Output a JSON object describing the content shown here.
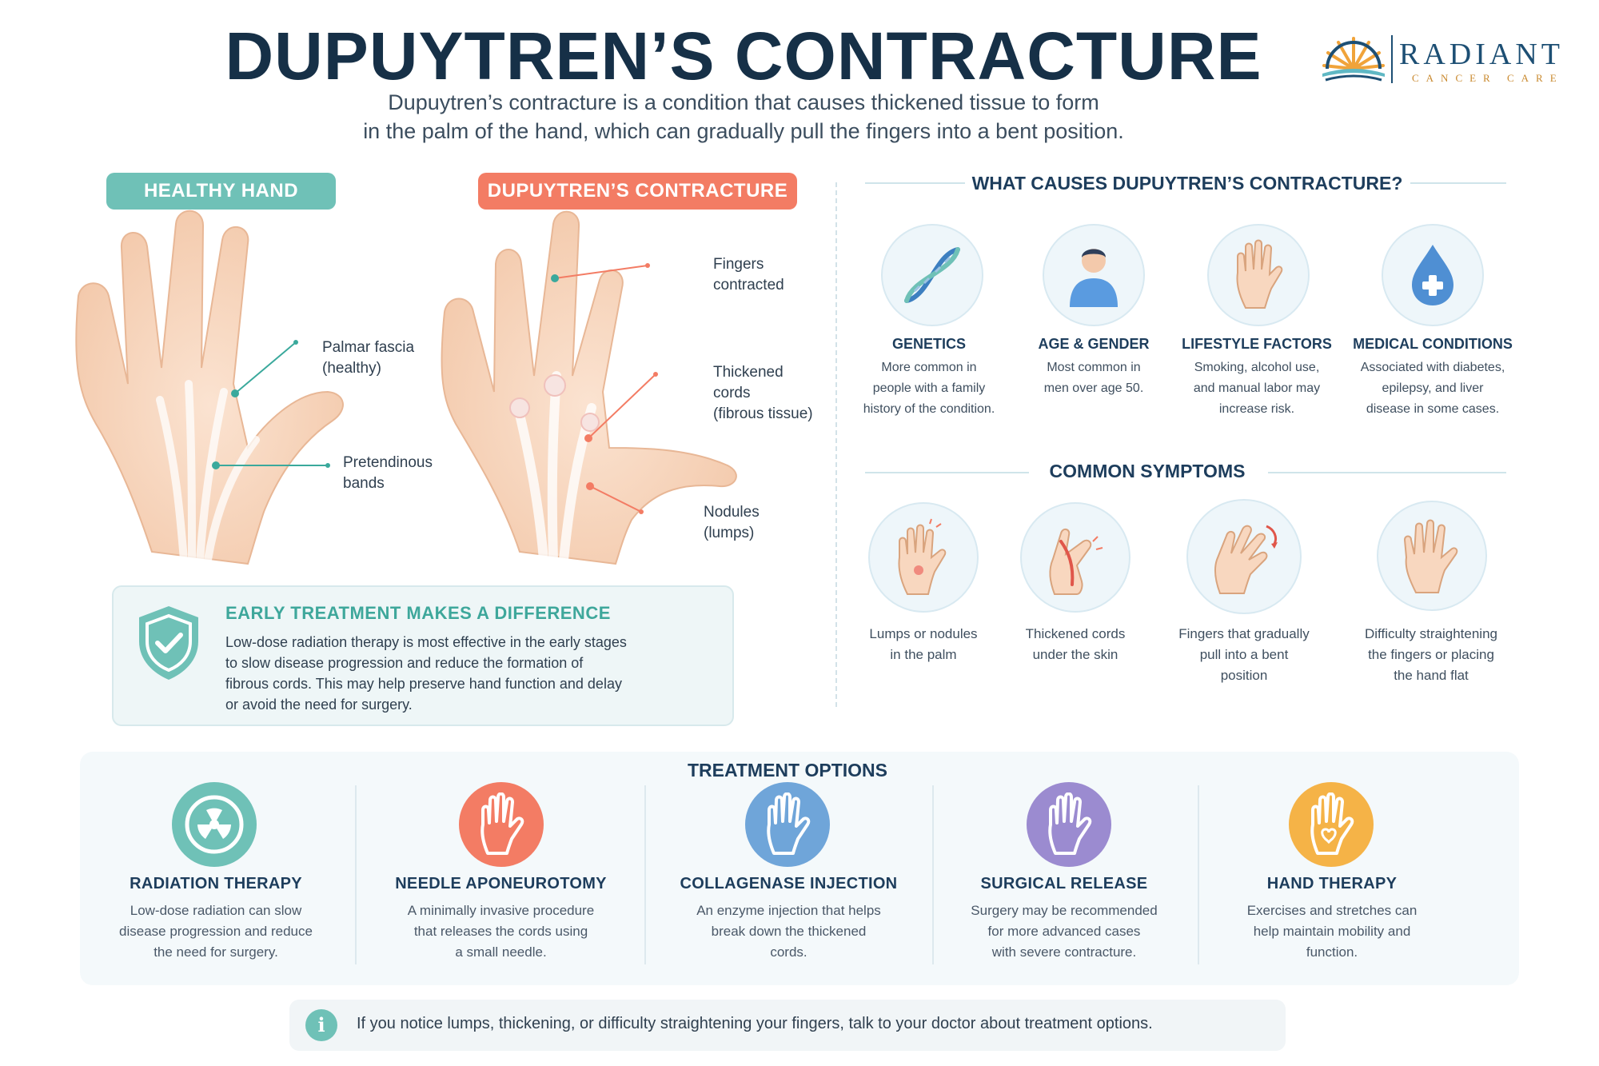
{
  "header": {
    "title": "DUPUYTREN’S CONTRACTURE",
    "subtitle_line1": "Dupuytren’s contracture is a condition that causes thickened tissue to form",
    "subtitle_line2": "in the palm of the hand, which can gradually pull the fingers into a bent position.",
    "logo_name": "RADIANT",
    "logo_sub": "CANCER CARE"
  },
  "comparison": {
    "healthy_label": "HEALTHY HAND",
    "contracture_label": "DUPUYTREN’S CONTRACTURE",
    "healthy_callouts": [
      {
        "line1": "Palmar fascia",
        "line2": "(healthy)"
      },
      {
        "line1": "Pretendinous",
        "line2": "bands"
      }
    ],
    "contracture_callouts": [
      {
        "line1": "Fingers",
        "line2": "contracted",
        "line3": ""
      },
      {
        "line1": "Thickened",
        "line2": "cords",
        "line3": "(fibrous tissue)"
      },
      {
        "line1": "Nodules",
        "line2": "(lumps)",
        "line3": ""
      }
    ]
  },
  "early_treatment": {
    "title": "EARLY TREATMENT MAKES A DIFFERENCE",
    "lines": [
      "Low-dose radiation therapy is most effective in the early stages",
      "to slow disease progression and reduce the formation of",
      "fibrous cords.  This may help preserve hand function and delay",
      "or avoid the need for surgery."
    ]
  },
  "causes": {
    "heading": "WHAT CAUSES DUPUYTREN’S CONTRACTURE?",
    "items": [
      {
        "icon": "dna-icon",
        "title": "GENETICS",
        "lines": [
          "More common in",
          "people with a family",
          "history of the condition."
        ]
      },
      {
        "icon": "person-icon",
        "title": "AGE & GENDER",
        "lines": [
          "Most common in",
          "men over age 50.",
          ""
        ]
      },
      {
        "icon": "hand-icon",
        "title": "LIFESTYLE FACTORS",
        "lines": [
          "Smoking, alcohol use,",
          "and manual labor may",
          "increase risk."
        ]
      },
      {
        "icon": "drop-plus-icon",
        "title": "MEDICAL CONDITIONS",
        "lines": [
          "Associated with diabetes,",
          "epilepsy, and liver",
          "disease in some cases."
        ]
      }
    ]
  },
  "symptoms": {
    "heading": "COMMON SYMPTOMS",
    "items": [
      {
        "icon": "palm-lump-icon",
        "lines": [
          "Lumps or nodules",
          "in the palm",
          ""
        ]
      },
      {
        "icon": "cord-icon",
        "lines": [
          "Thickened cords",
          "under the skin",
          ""
        ]
      },
      {
        "icon": "bent-finger-icon",
        "lines": [
          "Fingers that gradually",
          "pull into a bent",
          "position"
        ]
      },
      {
        "icon": "flat-hand-icon",
        "lines": [
          "Difficulty straightening",
          "the fingers or placing",
          "the hand flat"
        ]
      }
    ]
  },
  "treatments": {
    "heading": "TREATMENT OPTIONS",
    "items": [
      {
        "icon": "radiation-icon",
        "color": "#6fc1b7",
        "title": "RADIATION THERAPY",
        "lines": [
          "Low-dose radiation can slow",
          "disease progression and reduce",
          "the need for surgery."
        ]
      },
      {
        "icon": "hand-needle-icon",
        "color": "#f37c64",
        "title": "NEEDLE APONEUROTOMY",
        "lines": [
          "A minimally invasive procedure",
          "that releases the cords using",
          "a small needle."
        ]
      },
      {
        "icon": "hand-injection-icon",
        "color": "#6fa5d9",
        "title": "COLLAGENASE INJECTION",
        "lines": [
          "An enzyme injection that helps",
          "break down the thickened",
          "cords."
        ]
      },
      {
        "icon": "hand-surgery-icon",
        "color": "#9b8bd0",
        "title": "SURGICAL RELEASE",
        "lines": [
          "Surgery may be recommended",
          "for more advanced cases",
          "with severe contracture."
        ]
      },
      {
        "icon": "hand-heart-icon",
        "color": "#f5b347",
        "title": "HAND THERAPY",
        "lines": [
          "Exercises and stretches can",
          "help maintain mobility and",
          "function."
        ]
      }
    ]
  },
  "footer": {
    "icon": "info-icon",
    "text": "If you notice lumps, thickening, or difficulty straightening your fingers, talk to your doctor about treatment options."
  },
  "colors": {
    "teal": "#6fc1b7",
    "coral": "#f37c64",
    "navy": "#163047",
    "skin": "#f8d7bf"
  }
}
